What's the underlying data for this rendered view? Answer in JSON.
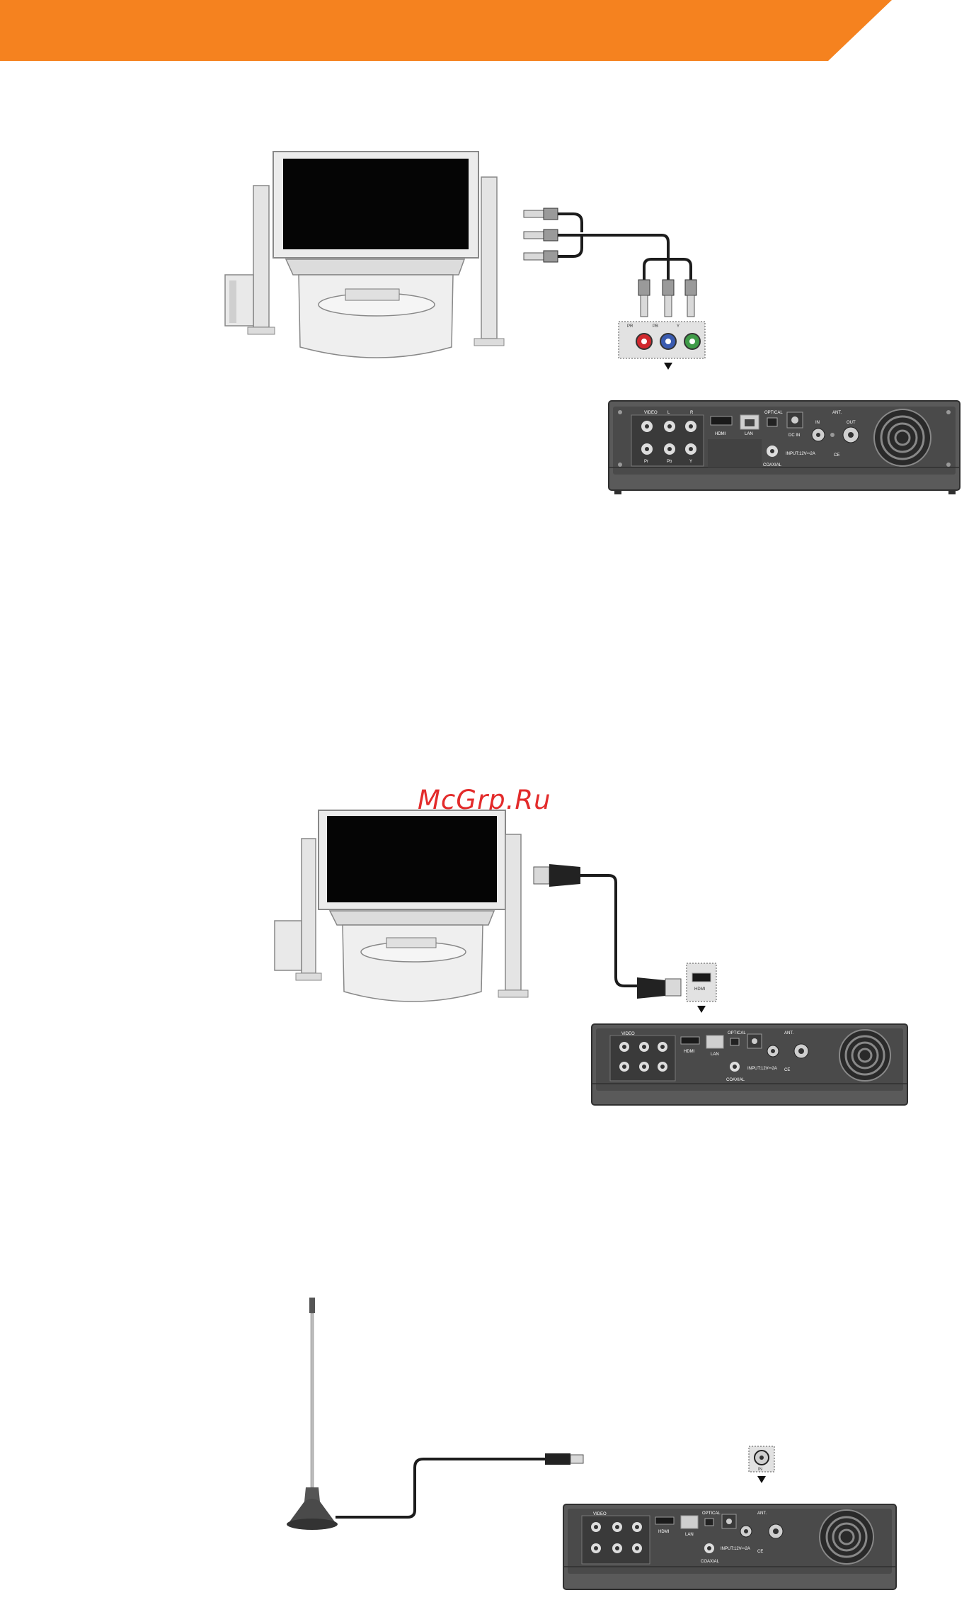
{
  "header": {
    "accent": "#f5821f"
  },
  "watermark": {
    "text": "McGrp.Ru"
  },
  "figure1": {
    "title": "component-connection",
    "jack_labels": {
      "pr": "PR",
      "pb": "PB",
      "y": "Y",
      "panel": "Y/Pb/Pr OUT"
    }
  },
  "figure2": {
    "title": "hdmi-connection",
    "port_label": "HDMI"
  },
  "figure3": {
    "title": "antenna-connection",
    "port_label": "IN"
  },
  "device_panel": {
    "video": "VIDEO",
    "l": "L",
    "r": "R",
    "hdmi": "HDMI",
    "lan": "LAN",
    "optical": "OPTICAL",
    "coaxial": "COAXIAL",
    "dc_in": "DC IN",
    "input": "INPUT:12V⎓2A",
    "ant": "ANT.",
    "in": "IN",
    "out": "OUT",
    "ce": "CE",
    "pr": "Pr",
    "pb": "Pb",
    "y": "Y"
  },
  "colors": {
    "device_body": "#5a5a5a",
    "device_panel": "#3f3f3f",
    "jack_red": "#d0282e",
    "jack_blue": "#3a5bb0",
    "jack_green": "#3f9b48",
    "cable": "#1c1c1c"
  }
}
